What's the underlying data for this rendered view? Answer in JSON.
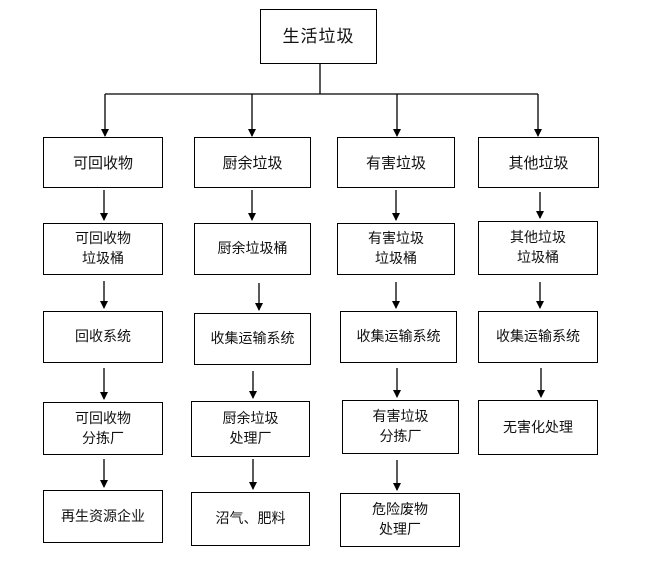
{
  "root": {
    "label": "生活垃圾"
  },
  "columns": [
    {
      "category": "可回收物",
      "steps": [
        "可回收物\n垃圾桶",
        "回收系统",
        "可回收物\n分拣厂",
        "再生资源企业"
      ]
    },
    {
      "category": "厨余垃圾",
      "steps": [
        "厨余垃圾桶",
        "收集运输系统",
        "厨余垃圾\n处理厂",
        "沼气、肥料"
      ]
    },
    {
      "category": "有害垃圾",
      "steps": [
        "有害垃圾\n垃圾桶",
        "收集运输系统",
        "有害垃圾\n分拣厂",
        "危险废物\n处理厂"
      ]
    },
    {
      "category": "其他垃圾",
      "steps": [
        "其他垃圾\n垃圾桶",
        "收集运输系统",
        "无害化处理"
      ]
    }
  ]
}
